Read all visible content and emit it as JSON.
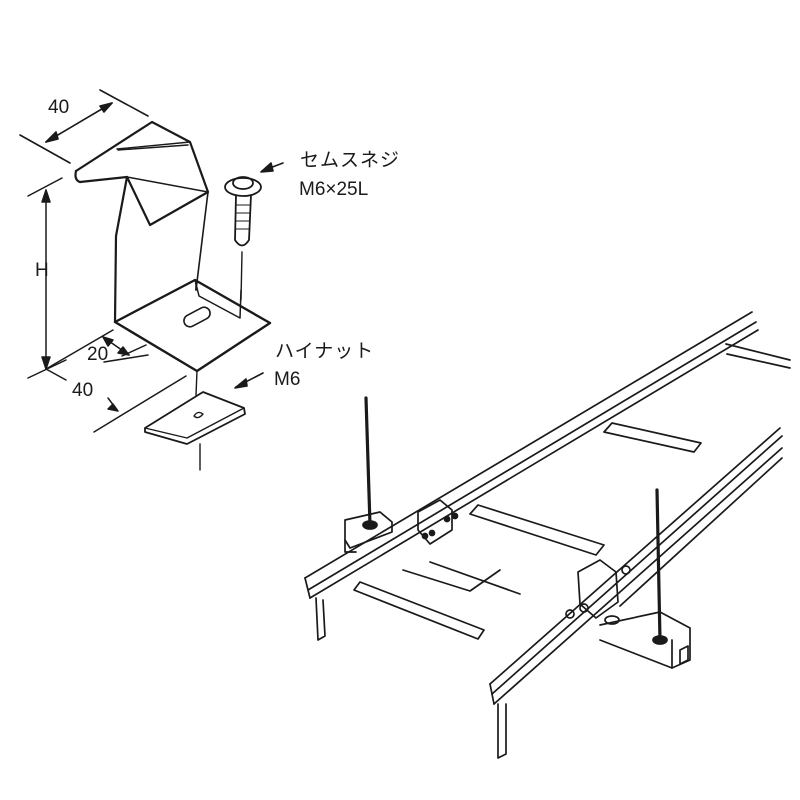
{
  "figure": {
    "type": "technical-drawing",
    "subject": "cable ladder hanger bracket"
  },
  "dimensions": {
    "top_width": "40",
    "height": "H",
    "base_offset": "20",
    "base_width": "40"
  },
  "callouts": {
    "screw_name": "セムスネジ",
    "screw_spec": "M6×25L",
    "nut_name": "ハイナット",
    "nut_spec": "M6"
  },
  "colors": {
    "line": "#1a1a1a",
    "background": "#ffffff"
  }
}
